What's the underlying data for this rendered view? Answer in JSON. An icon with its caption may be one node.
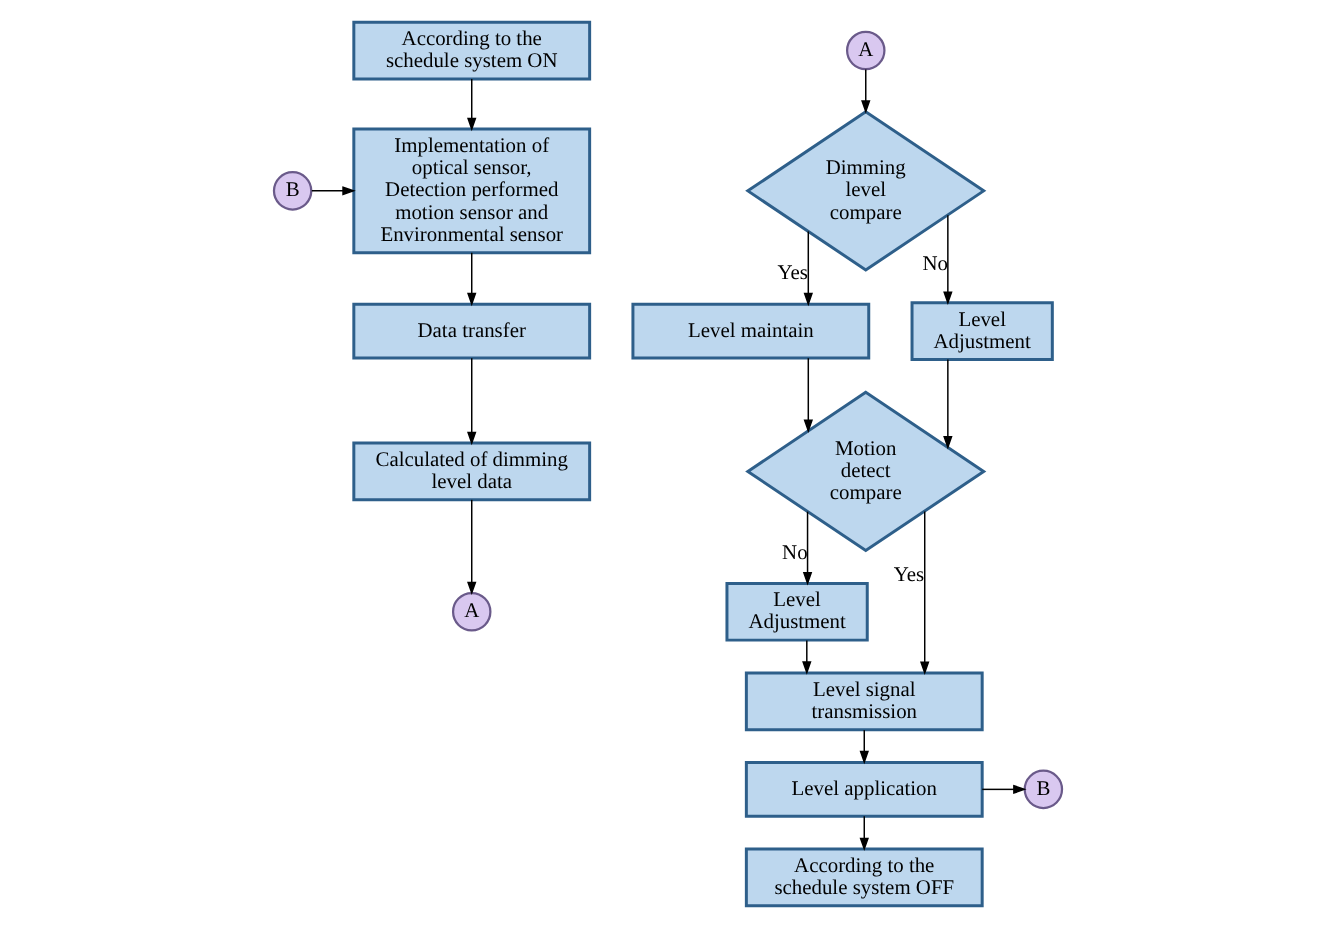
{
  "diagram": {
    "nodes": [
      {
        "text": [
          "According to the schedule system ON"
        ]
      },
      {
        "text": [
          "Implementation of optical sensor, Detection performed motion sensor and Environmental sensor"
        ]
      },
      {
        "text": [
          "B"
        ]
      },
      {
        "text": [
          "Data transfer"
        ]
      },
      {
        "text": [
          "Calculated of dimming level data"
        ]
      },
      {
        "text": [
          "A"
        ]
      },
      {
        "text": [
          "A"
        ]
      },
      {
        "text": [
          "Dimming level compare"
        ]
      },
      {
        "text": [
          "Level maintain"
        ]
      },
      {
        "text": [
          "Level Adjustment"
        ]
      },
      {
        "text": [
          "Motion detect compare"
        ]
      },
      {
        "text": [
          "Level Adjustment"
        ]
      },
      {
        "text": [
          "Level signal transmission"
        ]
      },
      {
        "text": [
          "Level application"
        ]
      },
      {
        "text": [
          "B"
        ]
      },
      {
        "text": [
          "According to the schedule system OFF"
        ]
      }
    ],
    "edges": [
      {
        "from": 0,
        "to": 1,
        "arrow": "to"
      },
      {
        "from": 2,
        "to": 1,
        "arrow": "to"
      },
      {
        "from": 1,
        "to": 3,
        "arrow": "to"
      },
      {
        "from": 3,
        "to": 4,
        "arrow": "to"
      },
      {
        "from": 4,
        "to": 5,
        "arrow": "to"
      },
      {
        "from": 6,
        "to": 7,
        "arrow": "to"
      },
      {
        "from": 7,
        "to": 8,
        "label": "Yes",
        "arrow": "to"
      },
      {
        "from": 7,
        "to": 9,
        "label": "No",
        "arrow": "to"
      },
      {
        "from": 8,
        "to": 10,
        "arrow": "to"
      },
      {
        "from": 9,
        "to": 10,
        "arrow": "to"
      },
      {
        "from": 10,
        "to": 12,
        "label": "Yes",
        "arrow": "to"
      },
      {
        "from": 10,
        "to": 11,
        "label": "No",
        "arrow": "to"
      },
      {
        "from": 11,
        "to": 12,
        "arrow": "to"
      },
      {
        "from": 12,
        "to": 13,
        "arrow": "to"
      },
      {
        "from": 13,
        "to": 14,
        "arrow": "to"
      },
      {
        "from": 13,
        "to": 15,
        "arrow": "to"
      }
    ]
  }
}
